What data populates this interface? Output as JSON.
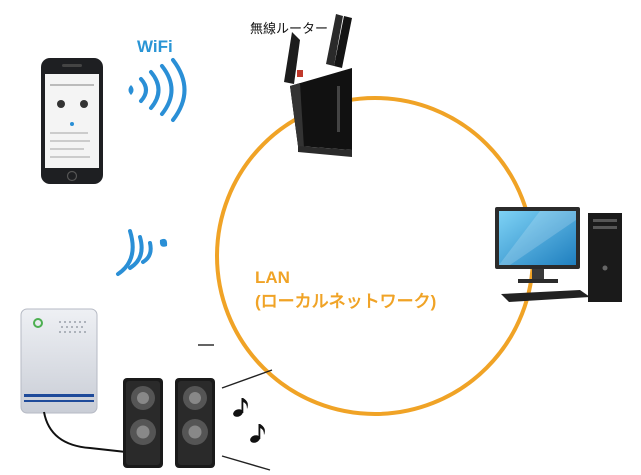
{
  "labels": {
    "wifi": "WiFi",
    "router": "無線ルーター",
    "lan": "LAN",
    "lan_sub": "(ローカルネットワーク)"
  },
  "colors": {
    "ring": "#f0a326",
    "wifi_text": "#2a95d5",
    "wifi_waves": "#2a8fd6",
    "lan_text": "#f0a326"
  },
  "icons": {
    "phone": "smartphone-icon",
    "router": "wireless-router-icon",
    "pc": "desktop-computer-icon",
    "doorbell": "wireless-receiver-icon",
    "speakers": "speaker-icon",
    "music": "music-note-icon"
  }
}
